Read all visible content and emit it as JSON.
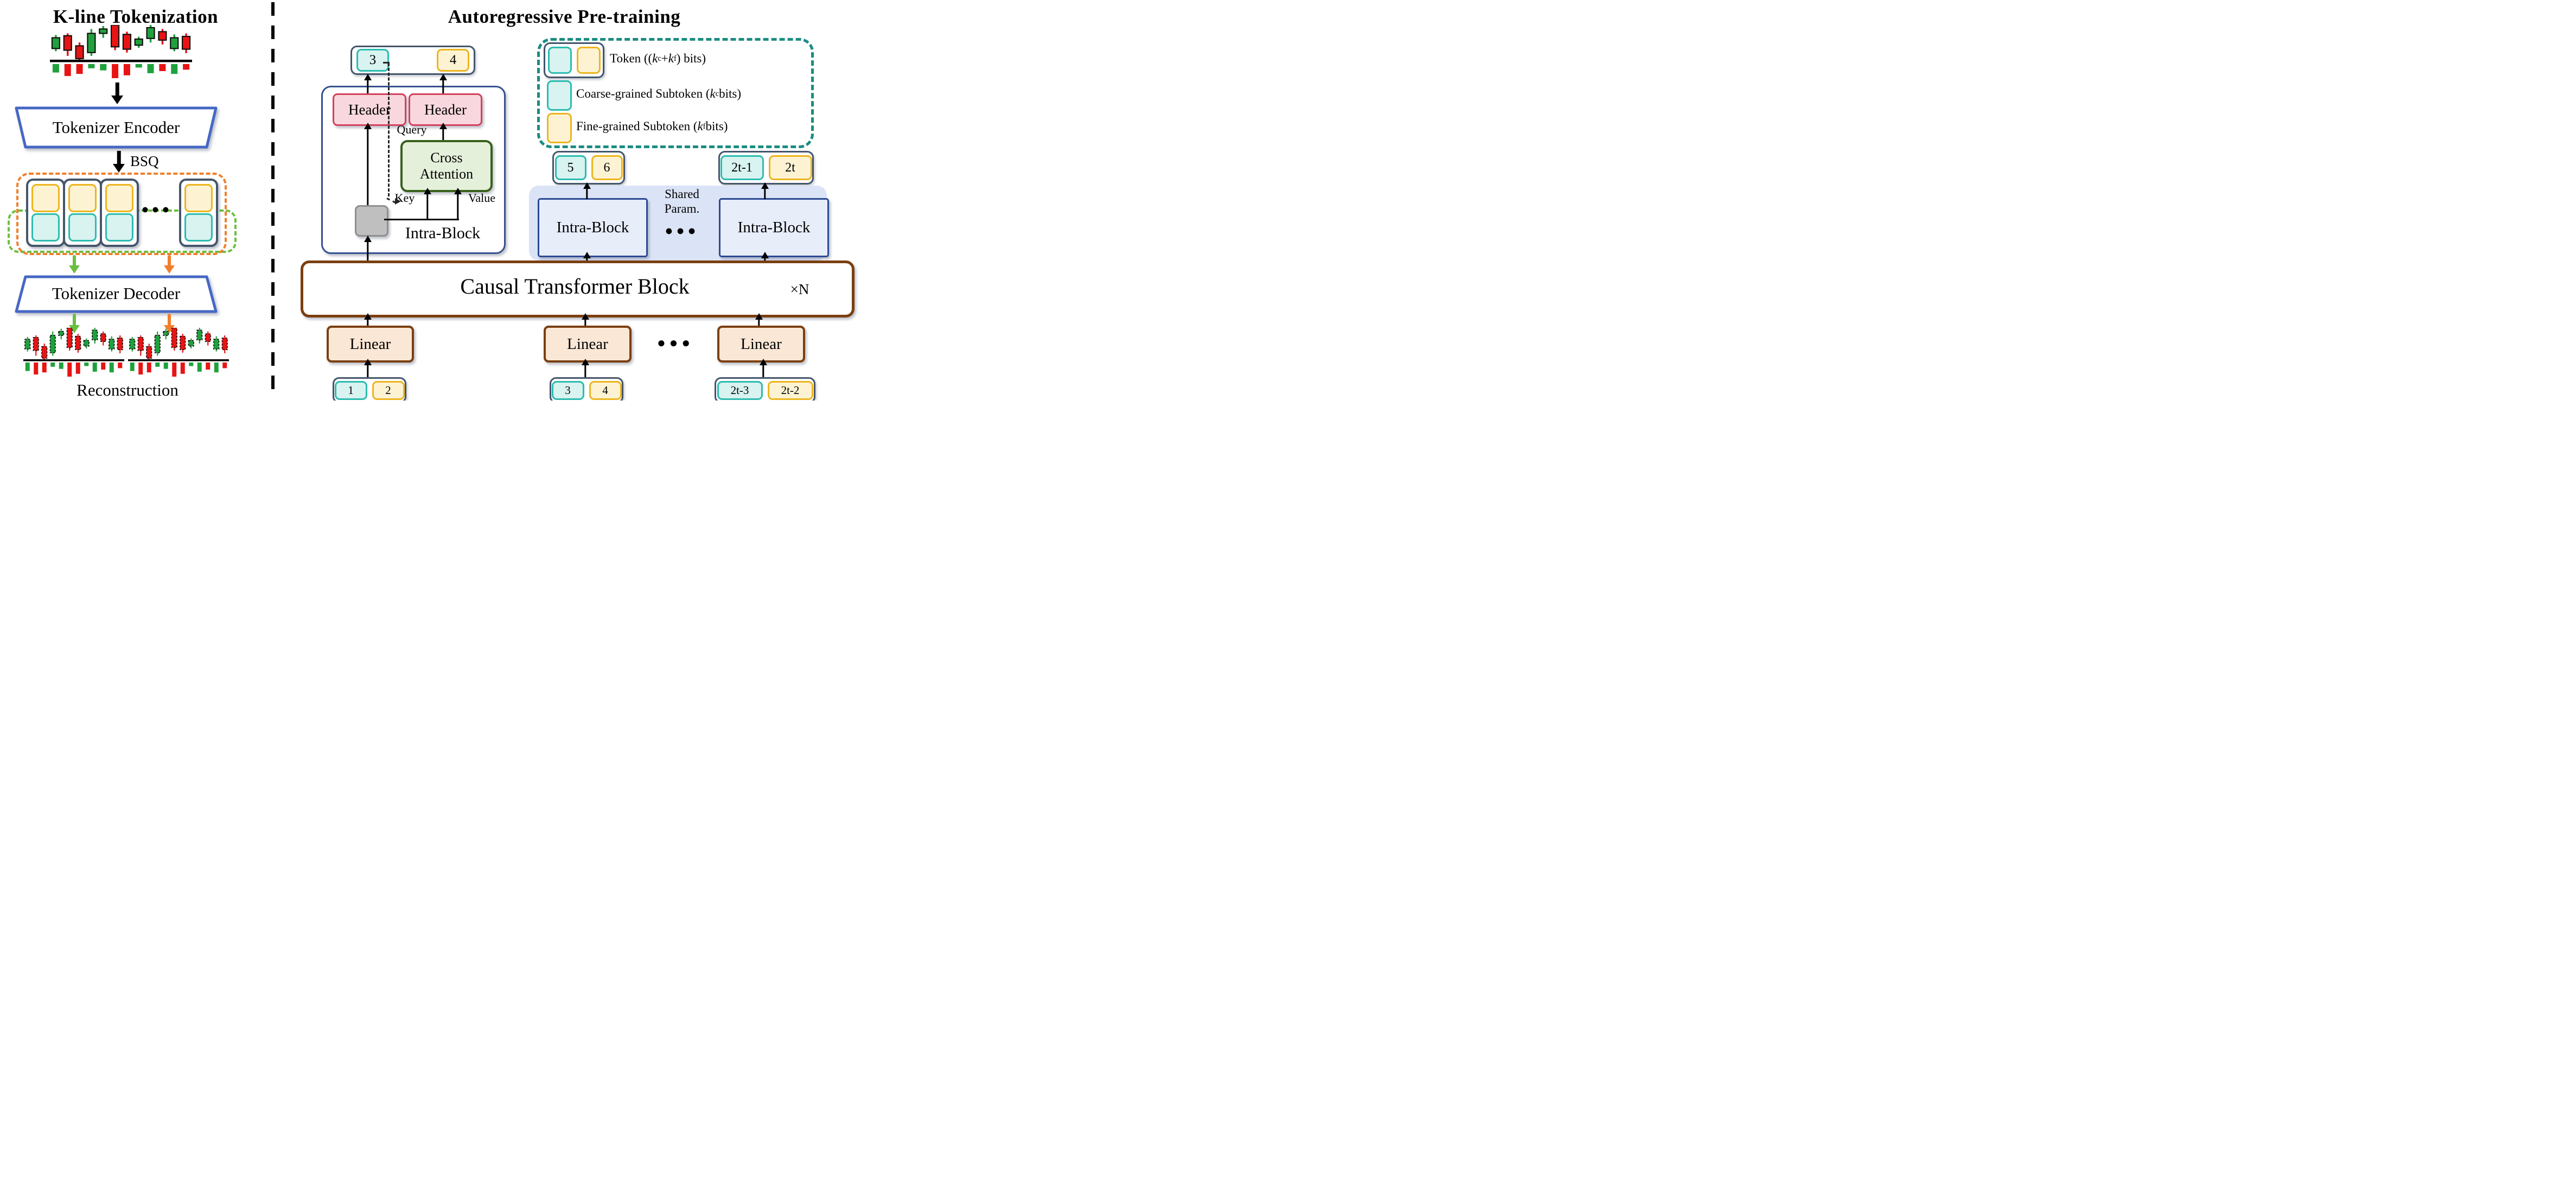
{
  "left": {
    "title": "K-line Tokenization",
    "encoder_label": "Tokenizer Encoder",
    "bsq_label": "BSQ",
    "decoder_label": "Tokenizer Decoder",
    "reconstruction_label": "Reconstruction",
    "ellipsis": "●●●"
  },
  "right": {
    "title": "Autoregressive Pre-training",
    "header_label": "Header",
    "cross_attention": [
      "Cross",
      "Attention"
    ],
    "query_label": "Query",
    "key_label": "Key",
    "value_label": "Value",
    "intra_block_label": "Intra-Block",
    "shared_param": [
      "Shared",
      "Param."
    ],
    "ctb_label": "Causal Transformer Block",
    "xn_label": "×N",
    "linear_label": "Linear",
    "ellipsis": "●●●",
    "tokens": {
      "output_top": {
        "coarse": "3",
        "fine": "4"
      },
      "outputs": [
        {
          "coarse": "5",
          "fine": "6"
        },
        {
          "coarse": "2t-1",
          "fine": "2t"
        }
      ],
      "inputs": [
        {
          "coarse": "1",
          "fine": "2"
        },
        {
          "coarse": "3",
          "fine": "4"
        },
        {
          "coarse": "2t-3",
          "fine": "2t-2"
        }
      ]
    }
  },
  "legend": {
    "token_label": "Token ((k_c + k_f) bits)",
    "coarse_label": "Coarse-grained Subtoken (k_c bits)",
    "fine_label": "Fine-grained Subtoken (k_f bits)"
  },
  "chart_data": {
    "type": "candlestick",
    "title": "K-line (OHLC) price series with volume bars below baseline; same stylized series reused for the two reconstruction charts",
    "value_range": [
      0,
      100
    ],
    "candles": [
      {
        "dir": "up",
        "body": [
          30,
          62
        ],
        "wick": [
          22,
          70
        ],
        "volume": 60
      },
      {
        "dir": "down",
        "body": [
          25,
          68
        ],
        "wick": [
          8,
          75
        ],
        "volume": 85
      },
      {
        "dir": "down",
        "body": [
          0,
          38
        ],
        "wick": [
          -8,
          48
        ],
        "volume": 70
      },
      {
        "dir": "up",
        "body": [
          18,
          75
        ],
        "wick": [
          8,
          88
        ],
        "volume": 30
      },
      {
        "dir": "up",
        "body": [
          75,
          88
        ],
        "wick": [
          62,
          97
        ],
        "volume": 45
      },
      {
        "dir": "down",
        "body": [
          35,
          100
        ],
        "wick": [
          25,
          112
        ],
        "volume": 100
      },
      {
        "dir": "down",
        "body": [
          28,
          72
        ],
        "wick": [
          18,
          80
        ],
        "volume": 80
      },
      {
        "dir": "up",
        "body": [
          40,
          58
        ],
        "wick": [
          32,
          65
        ],
        "volume": 25
      },
      {
        "dir": "up",
        "body": [
          60,
          92
        ],
        "wick": [
          48,
          103
        ],
        "volume": 65
      },
      {
        "dir": "down",
        "body": [
          55,
          80
        ],
        "wick": [
          42,
          88
        ],
        "volume": 50
      },
      {
        "dir": "up",
        "body": [
          30,
          62
        ],
        "wick": [
          22,
          72
        ],
        "volume": 70
      },
      {
        "dir": "down",
        "body": [
          28,
          66
        ],
        "wick": [
          16,
          75
        ],
        "volume": 40
      }
    ]
  },
  "colors": {
    "bullish_green": "#1fa23d",
    "bearish_red": "#e81414",
    "coarse_fill": "#d8f3f0",
    "coarse_border": "#2cbcb0",
    "fine_fill": "#fdf3d3",
    "fine_border": "#edb51e",
    "token_border": "#45566b",
    "header_fill": "#f8d8de",
    "header_border": "#d5415e",
    "attention_fill": "#e5f0da",
    "attention_border": "#3a611d",
    "intra_block_border": "#35508f",
    "shared_region_fill": "#dbe3f6",
    "inner_block_fill": "#e8edfa",
    "ctb_border": "#7b3f10",
    "linear_fill": "#fbe7d5",
    "legend_border": "#1b8c82",
    "orange_accent": "#f07f2d",
    "green_accent": "#6cbf40",
    "trapezoid_border": "#4668c4",
    "gray_state_fill": "#bfbfbf"
  }
}
